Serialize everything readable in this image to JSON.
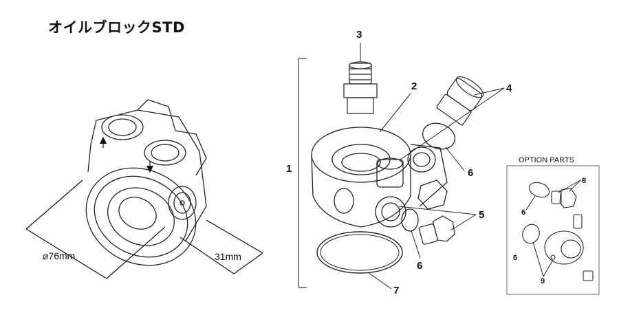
{
  "title": "オイルブロックSTD",
  "dimensions": {
    "diameter": "⌀76mm",
    "height": "31mm"
  },
  "callouts": {
    "c1": "1",
    "c2": "2",
    "c3": "3",
    "c4": "4",
    "c5": "5",
    "c6a": "6",
    "c6b": "6",
    "c7": "7"
  },
  "option_parts": {
    "title": "OPTION PARTS",
    "c8": "8",
    "c6a": "6",
    "c6b": "6",
    "c9": "9"
  }
}
